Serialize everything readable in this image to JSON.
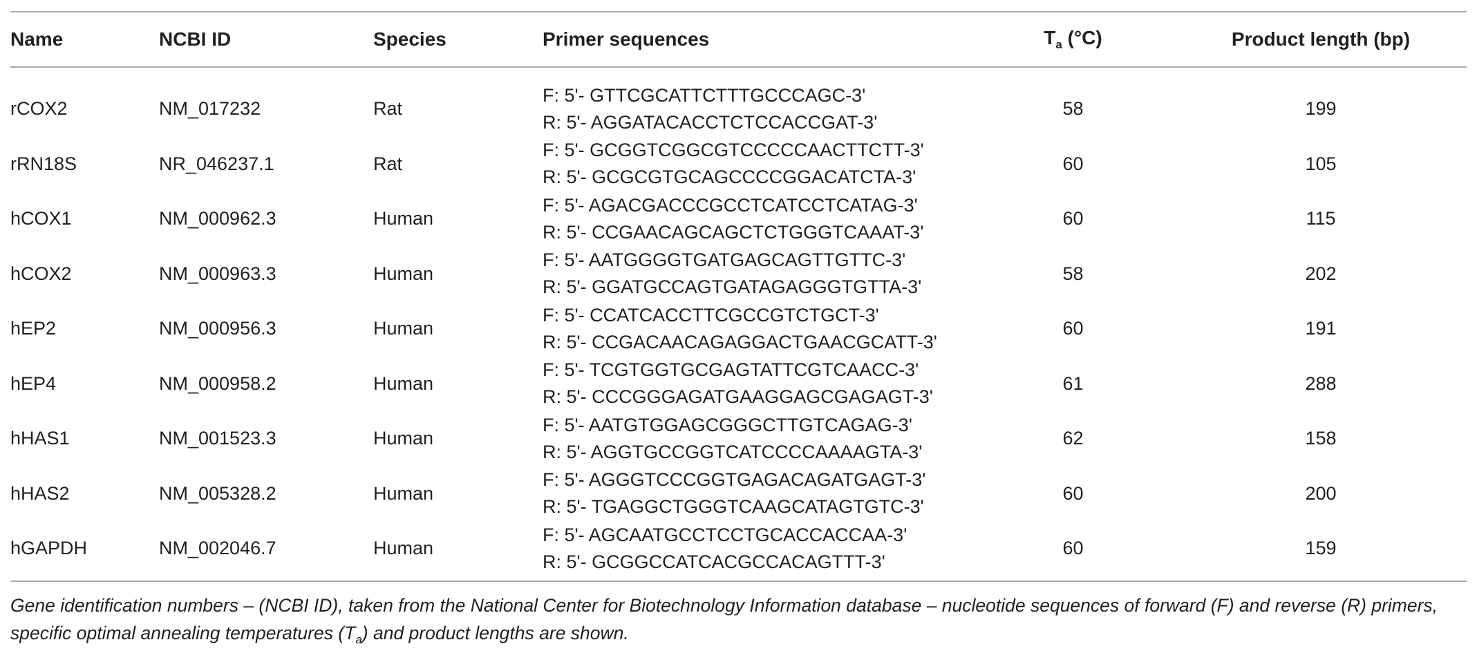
{
  "table": {
    "headers": {
      "name": "Name",
      "ncbi_id": "NCBI ID",
      "species": "Species",
      "primer": "Primer sequences",
      "ta_main": "T",
      "ta_sub": "a",
      "ta_unit": " (°C)",
      "length": "Product length (bp)"
    },
    "rows": [
      {
        "name": "rCOX2",
        "ncbi_id": "NM_017232",
        "species": "Rat",
        "forward": "F: 5'- GTTCGCATTCTTTGCCCAGC-3'",
        "reverse": "R: 5'- AGGATACACCTCTCCACCGAT-3'",
        "ta": "58",
        "length": "199"
      },
      {
        "name": "rRN18S",
        "ncbi_id": "NR_046237.1",
        "species": "Rat",
        "forward": "F: 5'- GCGGTCGGCGTCCCCCAACTTCTT-3'",
        "reverse": "R: 5'- GCGCGTGCAGCCCCGGACATCTA-3'",
        "ta": "60",
        "length": "105"
      },
      {
        "name": "hCOX1",
        "ncbi_id": "NM_000962.3",
        "species": "Human",
        "forward": "F: 5'- AGACGACCCGCCTCATCCTCATAG-3'",
        "reverse": "R: 5'- CCGAACAGCAGCTCTGGGTCAAAT-3'",
        "ta": "60",
        "length": "115"
      },
      {
        "name": "hCOX2",
        "ncbi_id": "NM_000963.3",
        "species": "Human",
        "forward": "F: 5'- AATGGGGTGATGAGCAGTTGTTC-3'",
        "reverse": "R: 5'- GGATGCCAGTGATAGAGGGTGTTA-3'",
        "ta": "58",
        "length": "202"
      },
      {
        "name": "hEP2",
        "ncbi_id": "NM_000956.3",
        "species": "Human",
        "forward": "F: 5'- CCATCACCTTCGCCGTCTGCT-3'",
        "reverse": "R: 5'- CCGACAACAGAGGACTGAACGCATT-3'",
        "ta": "60",
        "length": "191"
      },
      {
        "name": "hEP4",
        "ncbi_id": "NM_000958.2",
        "species": "Human",
        "forward": "F: 5'- TCGTGGTGCGAGTATTCGTCAACC-3'",
        "reverse": "R: 5'- CCCGGGAGATGAAGGAGCGAGAGT-3'",
        "ta": "61",
        "length": "288"
      },
      {
        "name": "hHAS1",
        "ncbi_id": "NM_001523.3",
        "species": "Human",
        "forward": "F: 5'- AATGTGGAGCGGGCTTGTCAGAG-3'",
        "reverse": "R: 5'- AGGTGCCGGTCATCCCCAAAAGTA-3'",
        "ta": "62",
        "length": "158"
      },
      {
        "name": "hHAS2",
        "ncbi_id": "NM_005328.2",
        "species": "Human",
        "forward": "F: 5'- AGGGTCCCGGTGAGACAGATGAGT-3'",
        "reverse": "R: 5'- TGAGGCTGGGTCAAGCATAGTGTC-3'",
        "ta": "60",
        "length": "200"
      },
      {
        "name": "hGAPDH",
        "ncbi_id": "NM_002046.7",
        "species": "Human",
        "forward": "F: 5'- AGCAATGCCTCCTGCACCACCAA-3'",
        "reverse": "R: 5'- GCGGCCATCACGCCACAGTTT-3'",
        "ta": "60",
        "length": "159"
      }
    ]
  },
  "footnote": {
    "line1": "Gene identification numbers – (NCBI ID), taken from the National Center for Biotechnology Information database – nucleotide sequences of forward (F) and reverse (R) primers,",
    "line2_pre": "specific optimal annealing temperatures (T",
    "line2_sub": "a",
    "line2_post": ") and product lengths are shown."
  },
  "colors": {
    "rule": "#a7a9ac",
    "text": "#231f20"
  }
}
